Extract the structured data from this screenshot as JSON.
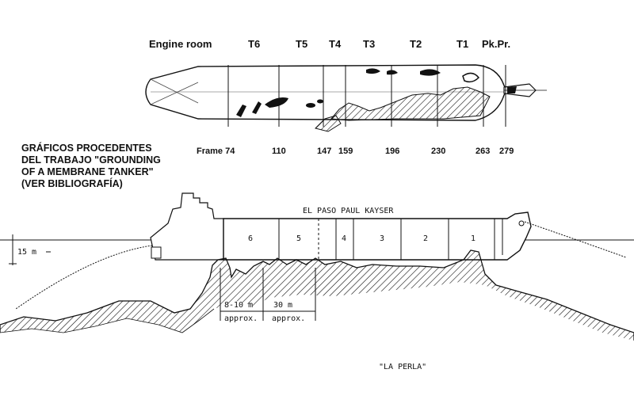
{
  "plan_view": {
    "compartments": [
      "Engine room",
      "T6",
      "T5",
      "T4",
      "T3",
      "T2",
      "T1",
      "Pk.Pr."
    ],
    "frames": [
      "Frame 74",
      "110",
      "147",
      "159",
      "196",
      "230",
      "263",
      "279"
    ]
  },
  "caption": {
    "lines": [
      "GRÁFICOS PROCEDENTES",
      "DEL TRABAJO \"GROUNDING",
      "OF A MEMBRANE TANKER\"",
      "(VER BIBLIOGRAFÍA)"
    ]
  },
  "profile_view": {
    "ship_name": "EL PASO PAUL KAYSER",
    "tanks": [
      "6",
      "5",
      "4",
      "3",
      "2",
      "1"
    ],
    "depth_label": "15 m",
    "dim_1": "8-10 m",
    "dim_1_note": "approx.",
    "dim_2": "30 m",
    "dim_2_note": "approx.",
    "reef_name": "\"LA PERLA\""
  }
}
